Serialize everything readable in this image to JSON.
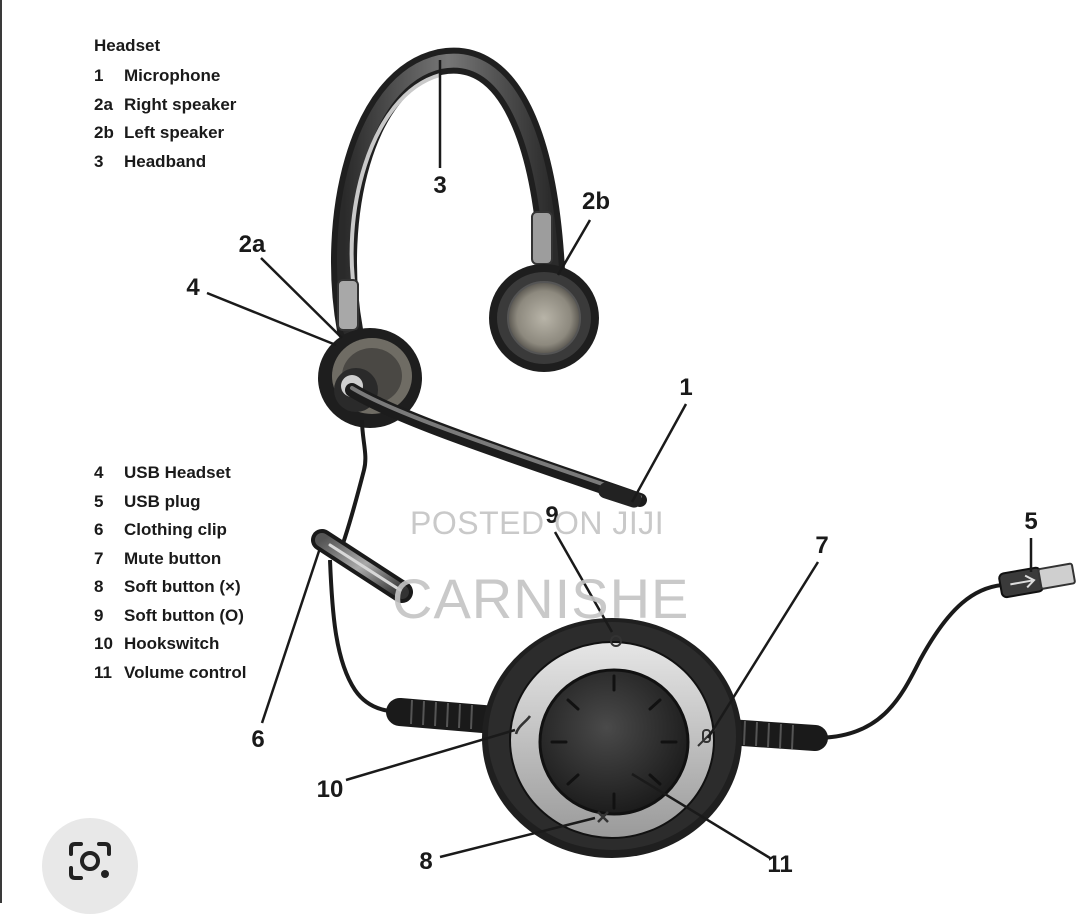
{
  "legend": {
    "title": "Headset",
    "group1": [
      {
        "num": "1",
        "label": "Microphone"
      },
      {
        "num": "2a",
        "label": "Right speaker"
      },
      {
        "num": "2b",
        "label": "Left speaker"
      },
      {
        "num": "3",
        "label": "Headband"
      }
    ],
    "group2": [
      {
        "num": "4",
        "label": "USB Headset"
      },
      {
        "num": "5",
        "label": "USB plug"
      },
      {
        "num": "6",
        "label": "Clothing clip"
      },
      {
        "num": "7",
        "label": "Mute button"
      },
      {
        "num": "8",
        "label": "Soft button (×)"
      },
      {
        "num": "9",
        "label": "Soft button (O)"
      },
      {
        "num": "10",
        "label": "Hookswitch"
      },
      {
        "num": "11",
        "label": "Volume control"
      }
    ]
  },
  "callouts": {
    "c1": "1",
    "c2a": "2a",
    "c2b": "2b",
    "c3": "3",
    "c4": "4",
    "c5": "5",
    "c6": "6",
    "c7": "7",
    "c8": "8",
    "c9": "9",
    "c10": "10",
    "c11": "11"
  },
  "watermark": {
    "line1": "POSTED ON JIJI",
    "line2": "CARNISHE"
  },
  "icons": {
    "lens": "google-lens-icon"
  }
}
